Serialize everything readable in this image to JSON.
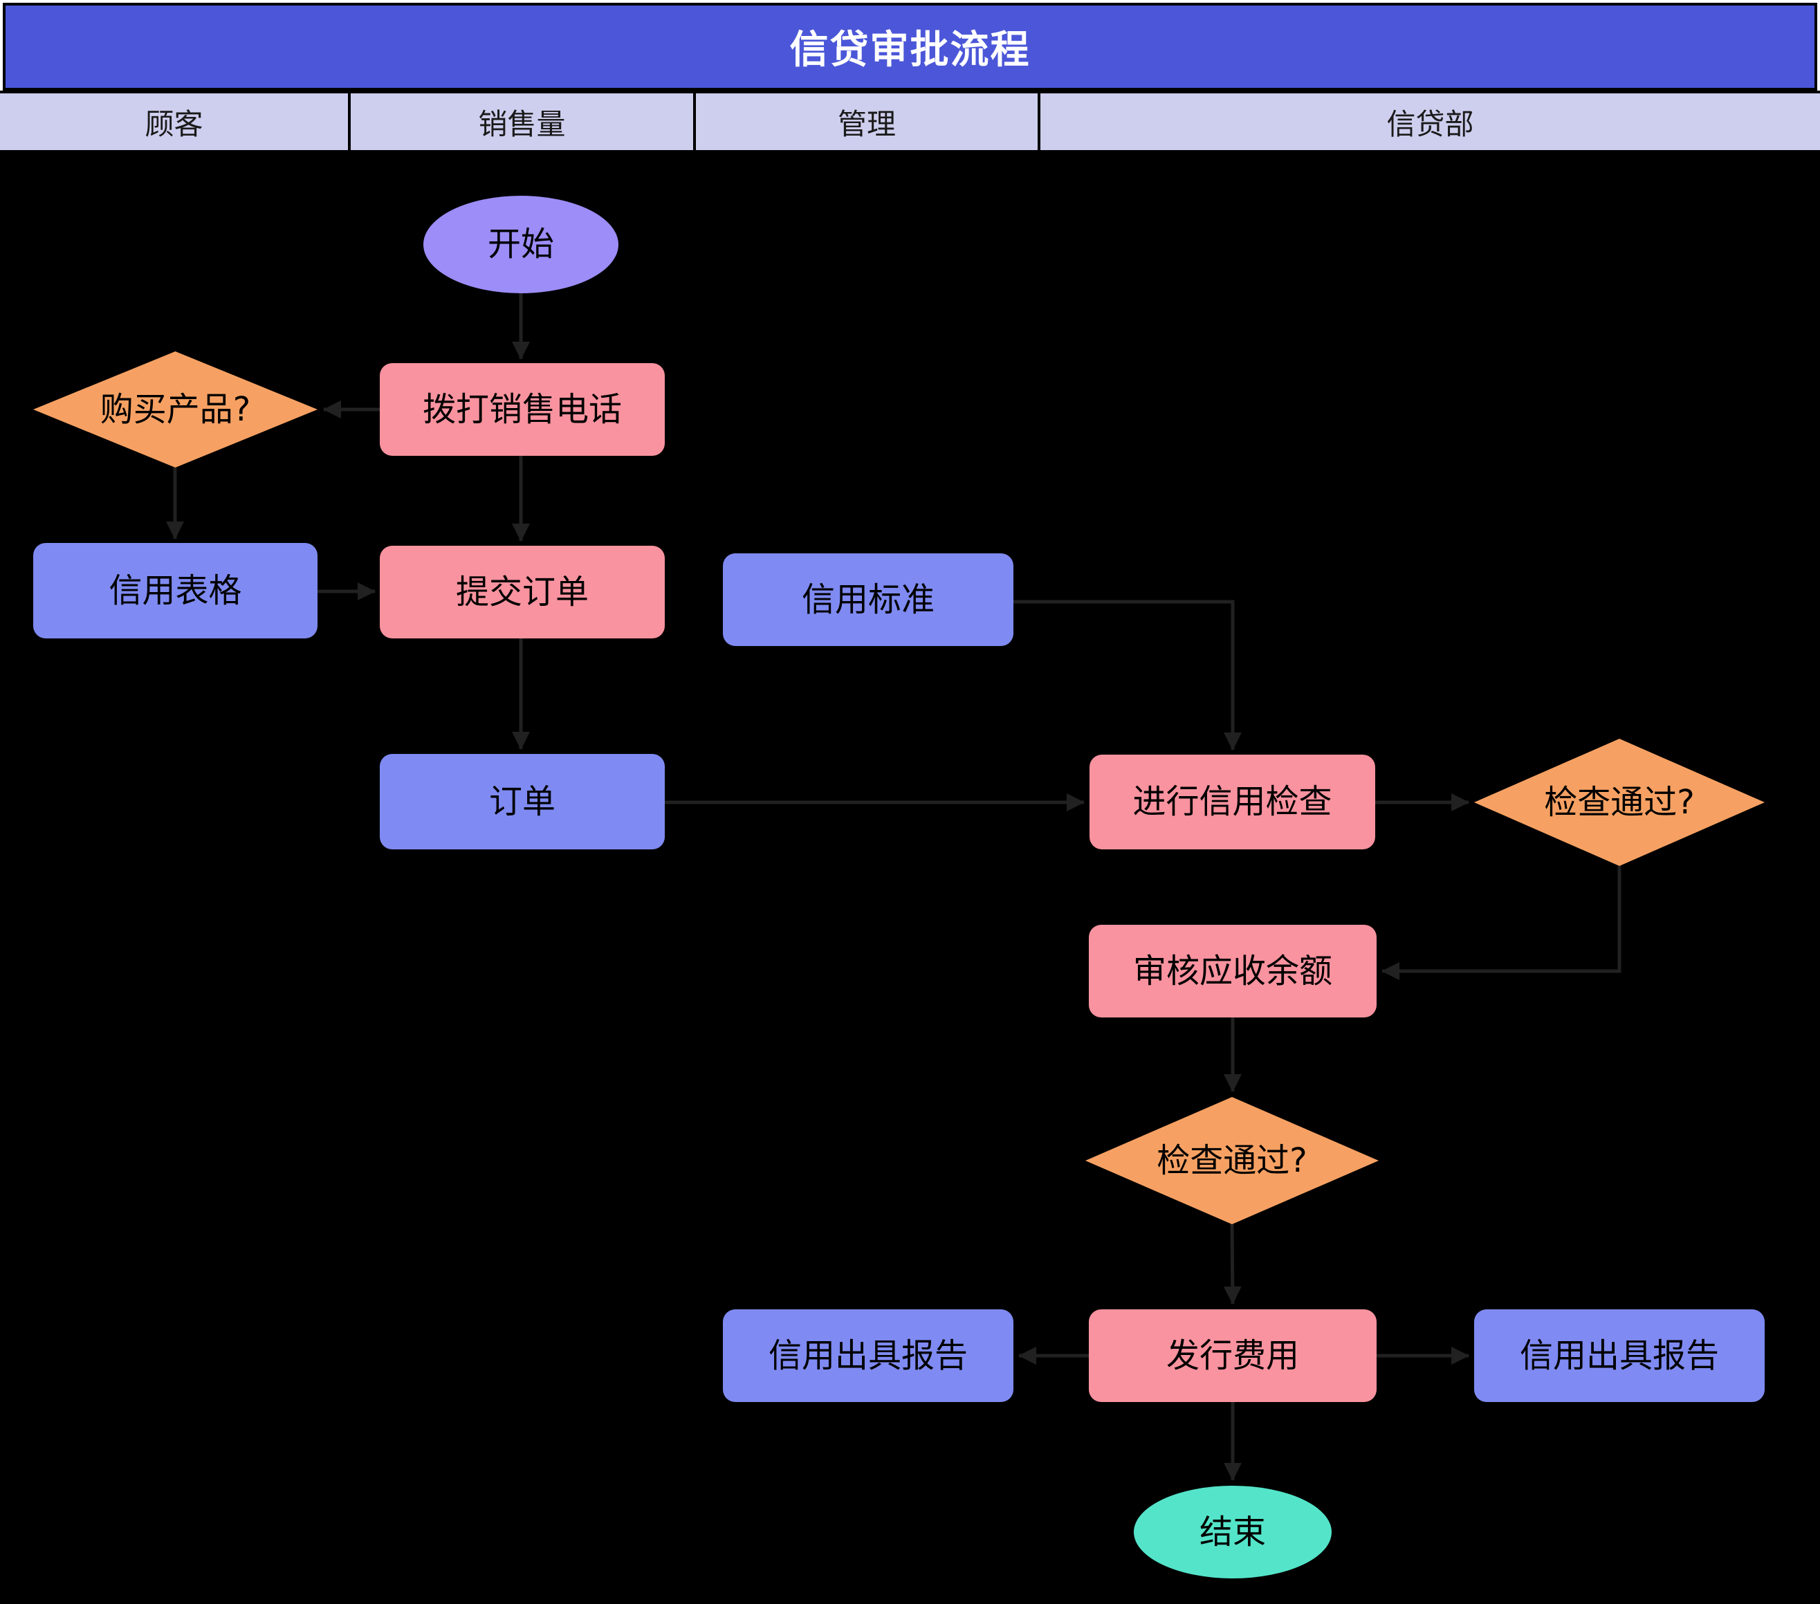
{
  "title": "信贷审批流程",
  "lanes": [
    {
      "label": "顾客"
    },
    {
      "label": "销售量"
    },
    {
      "label": "管理"
    },
    {
      "label": "信贷部"
    }
  ],
  "nodes": {
    "start": {
      "label": "开始",
      "type": "terminator"
    },
    "make_call": {
      "label": "拨打销售电话",
      "type": "process"
    },
    "buy_decision": {
      "label": "购买产品?",
      "type": "decision"
    },
    "credit_form": {
      "label": "信用表格",
      "type": "data"
    },
    "submit_order": {
      "label": "提交订单",
      "type": "process"
    },
    "credit_standard": {
      "label": "信用标准",
      "type": "data"
    },
    "order": {
      "label": "订单",
      "type": "data"
    },
    "credit_check": {
      "label": "进行信用检查",
      "type": "process"
    },
    "check_pass_1": {
      "label": "检查通过?",
      "type": "decision"
    },
    "review_balance": {
      "label": "审核应收余额",
      "type": "process"
    },
    "check_pass_2": {
      "label": "检查通过?",
      "type": "decision"
    },
    "report_left": {
      "label": "信用出具报告",
      "type": "data"
    },
    "issue_fee": {
      "label": "发行费用",
      "type": "process"
    },
    "report_right": {
      "label": "信用出具报告",
      "type": "data"
    },
    "end": {
      "label": "结束",
      "type": "terminator"
    }
  },
  "colors": {
    "title_bar": "#4B57D8",
    "lane_header": "#CECFEE",
    "body_background": "#000000",
    "process_fill": "#F9939F",
    "data_fill": "#7F8BF2",
    "decision_fill": "#F6A163",
    "start_fill": "#9C8DF8",
    "end_fill": "#54E4C9",
    "connector": "#212121"
  }
}
